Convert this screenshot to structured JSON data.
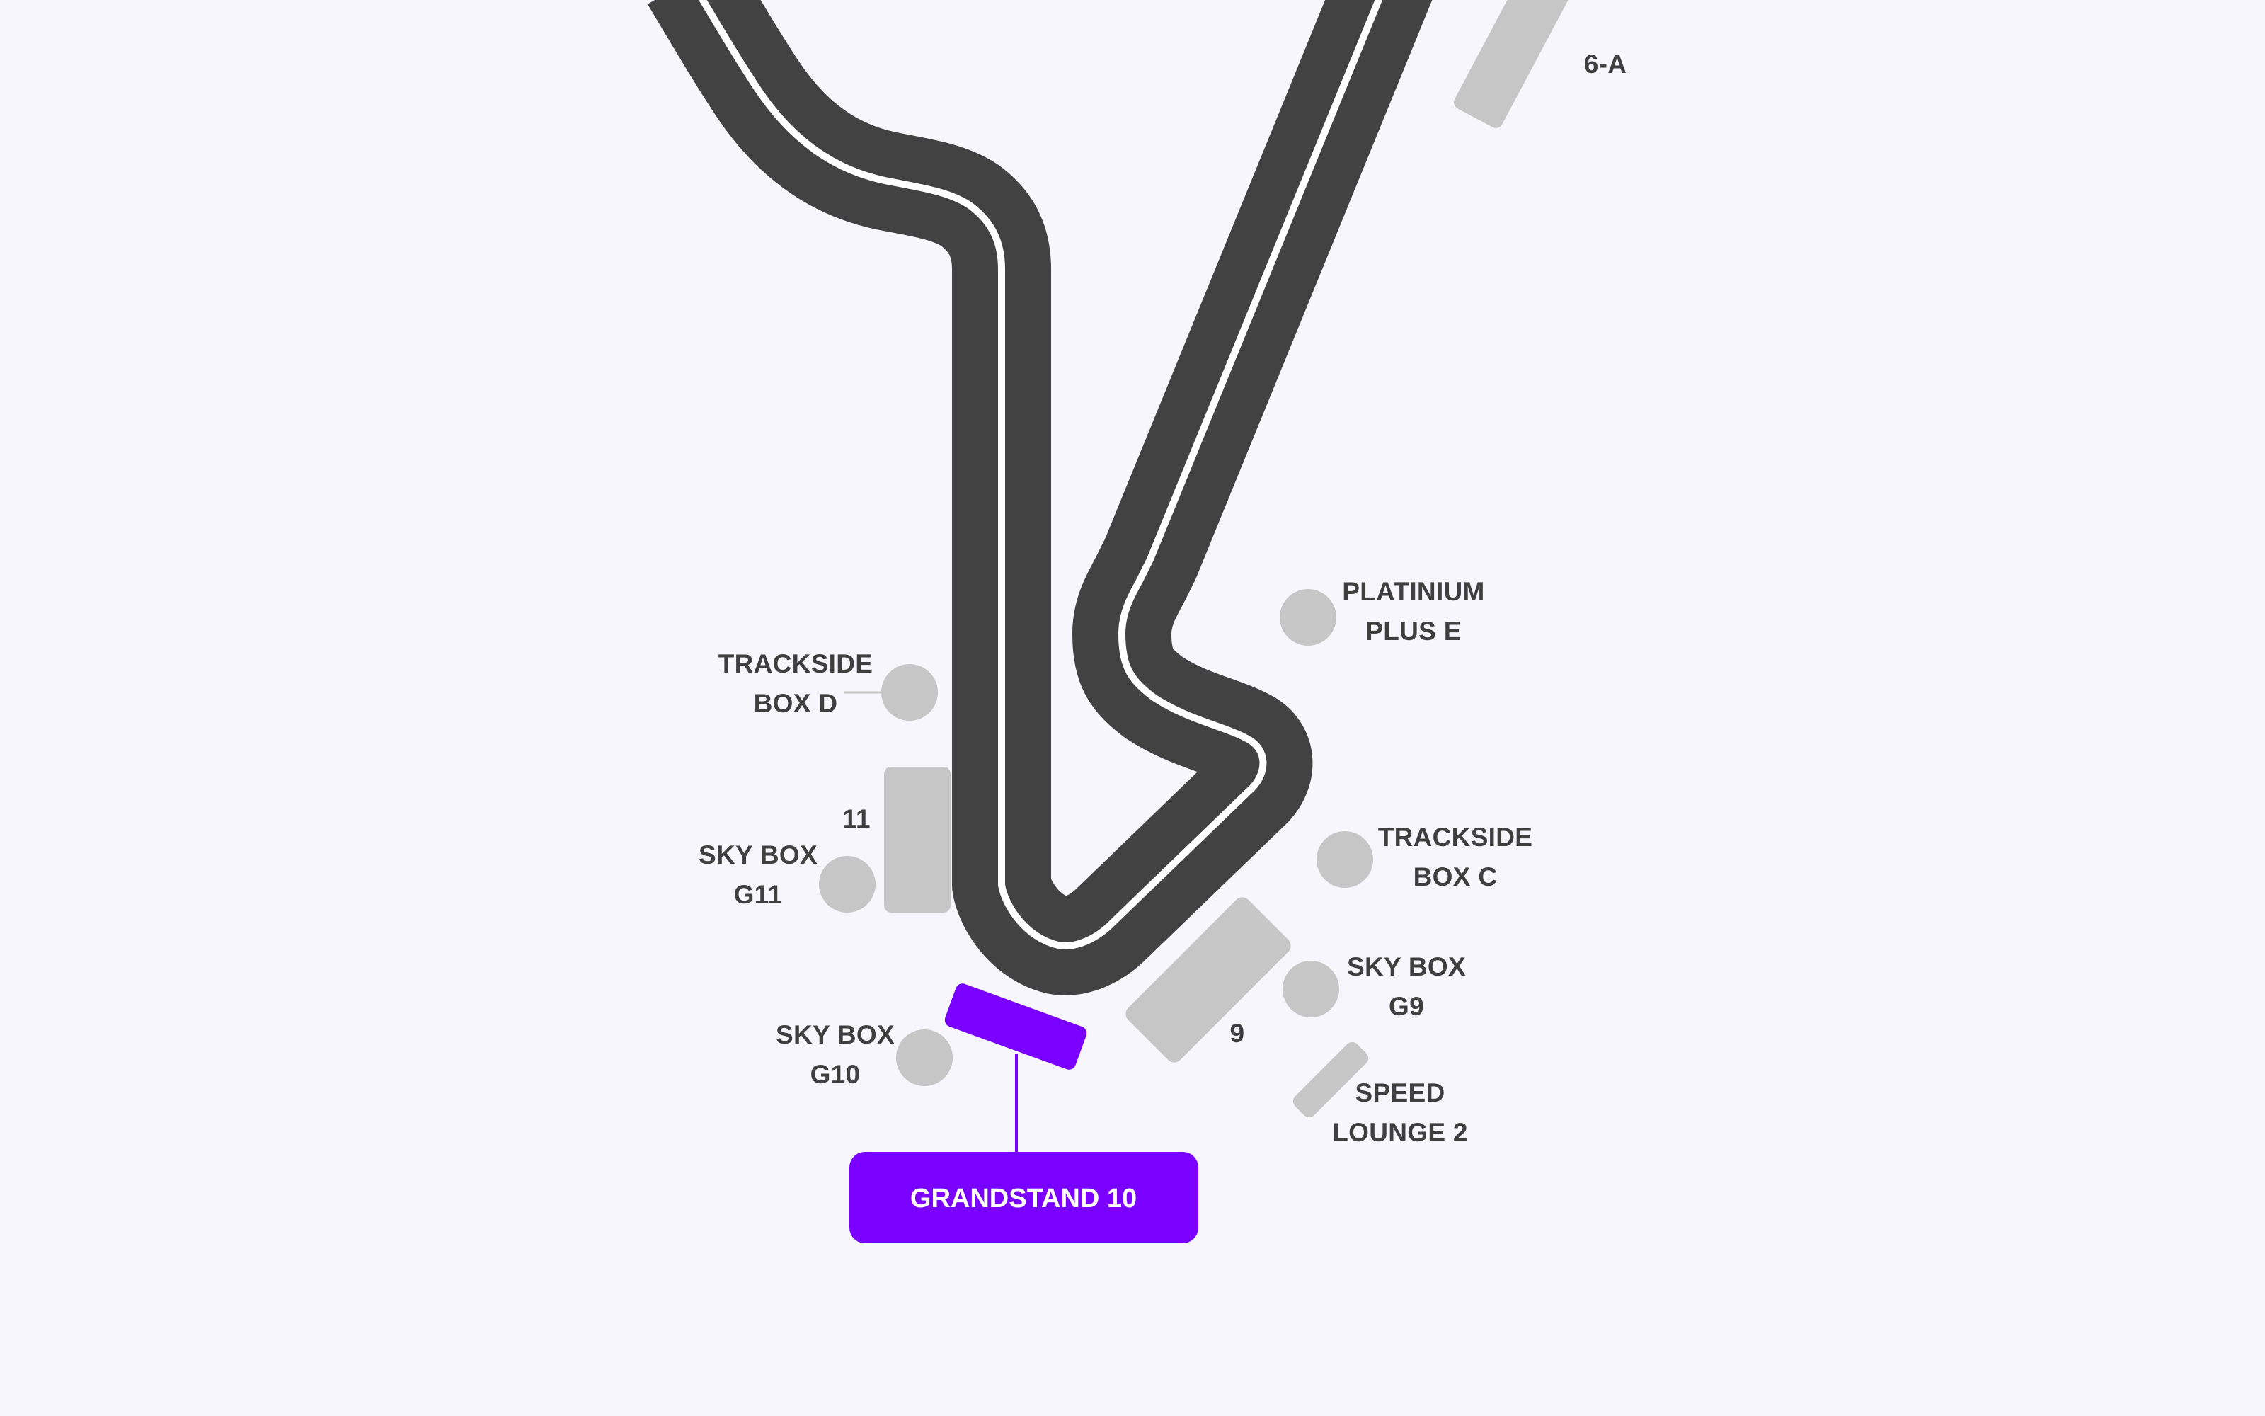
{
  "colors": {
    "background": "#f7f6fc",
    "track": "#424242",
    "track_center_line": "#ffffff",
    "area": "#c6c6c6",
    "label": "#3f3f3f",
    "highlight": "#7a00ff"
  },
  "labels": {
    "six_a": "6-A",
    "platinium_plus_e": [
      "PLATINIUM",
      "PLUS E"
    ],
    "trackside_box_d": [
      "TRACKSIDE",
      "BOX D"
    ],
    "eleven": "11",
    "sky_box_g11": [
      "SKY BOX",
      "G11"
    ],
    "trackside_box_c": [
      "TRACKSIDE",
      "BOX C"
    ],
    "sky_box_g9": [
      "SKY BOX",
      "G9"
    ],
    "nine": "9",
    "sky_box_g10": [
      "SKY BOX",
      "G10"
    ],
    "speed_lounge_2": [
      "SPEED",
      "LOUNGE 2"
    ]
  },
  "callout": {
    "label": "GRANDSTAND 10",
    "selected": true
  }
}
